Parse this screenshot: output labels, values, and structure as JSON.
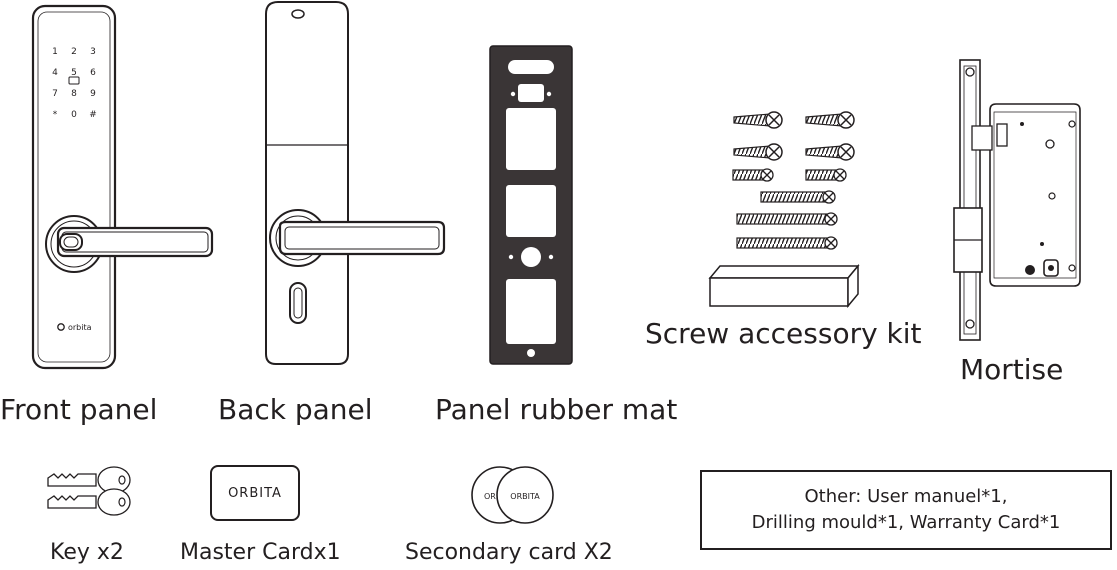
{
  "items": {
    "front_panel": {
      "label": "Front panel",
      "keypad": [
        "1",
        "2",
        "3",
        "4",
        "5",
        "6",
        "7",
        "8",
        "9",
        "*",
        "0",
        "#"
      ],
      "brand": "orbita"
    },
    "back_panel": {
      "label": "Back panel"
    },
    "rubber_mat": {
      "label": "Panel rubber mat"
    },
    "screw_kit": {
      "label": "Screw accessory kit"
    },
    "mortise": {
      "label": "Mortise"
    },
    "key": {
      "label": "Key x2"
    },
    "master_card": {
      "label": "Master Cardx1",
      "brand": "ORBITA"
    },
    "secondary_card": {
      "label": "Secondary card X2",
      "brand": "ORBITA",
      "brand_partial": "OR"
    }
  },
  "other": {
    "line1": "Other: User manuel*1,",
    "line2": "Drilling mould*1, Warranty Card*1"
  },
  "colors": {
    "ink": "#231f20",
    "mat_fill": "#3a3536"
  }
}
